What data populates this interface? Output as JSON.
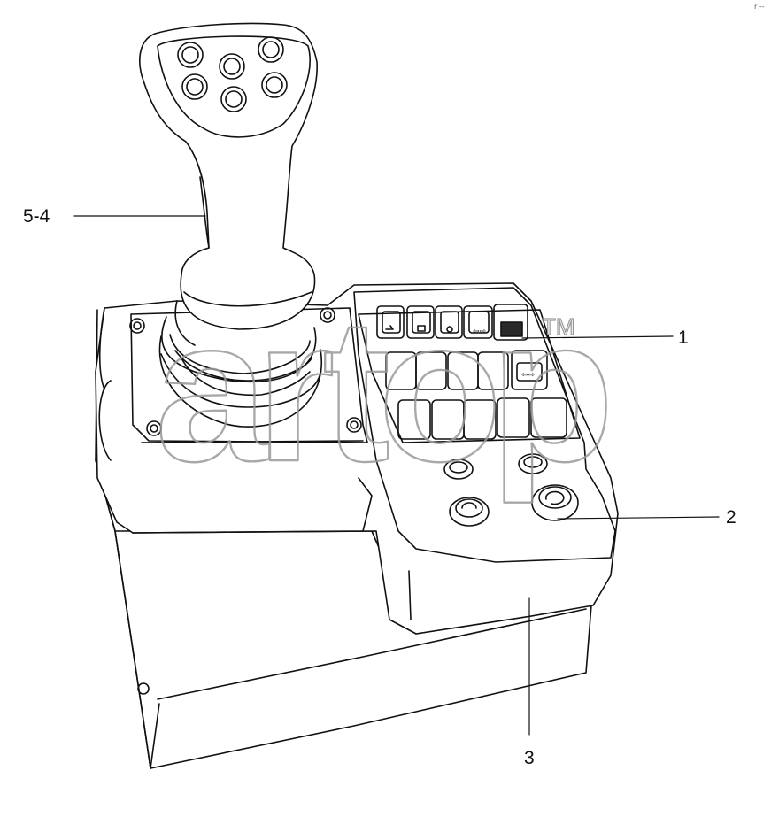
{
  "callouts": {
    "c1": "1",
    "c2": "2",
    "c3": "3",
    "c54": "5-4"
  },
  "watermark": {
    "text": "artop",
    "tm": "TM"
  },
  "corner_mark": "r --",
  "colors": {
    "line": "#111111",
    "watermark": "#9a9a9a",
    "key_fill": "#2a2a2a"
  },
  "icons": [
    "joystick-handle",
    "control-panel-keys",
    "emergency-stop-button",
    "key-switch"
  ]
}
